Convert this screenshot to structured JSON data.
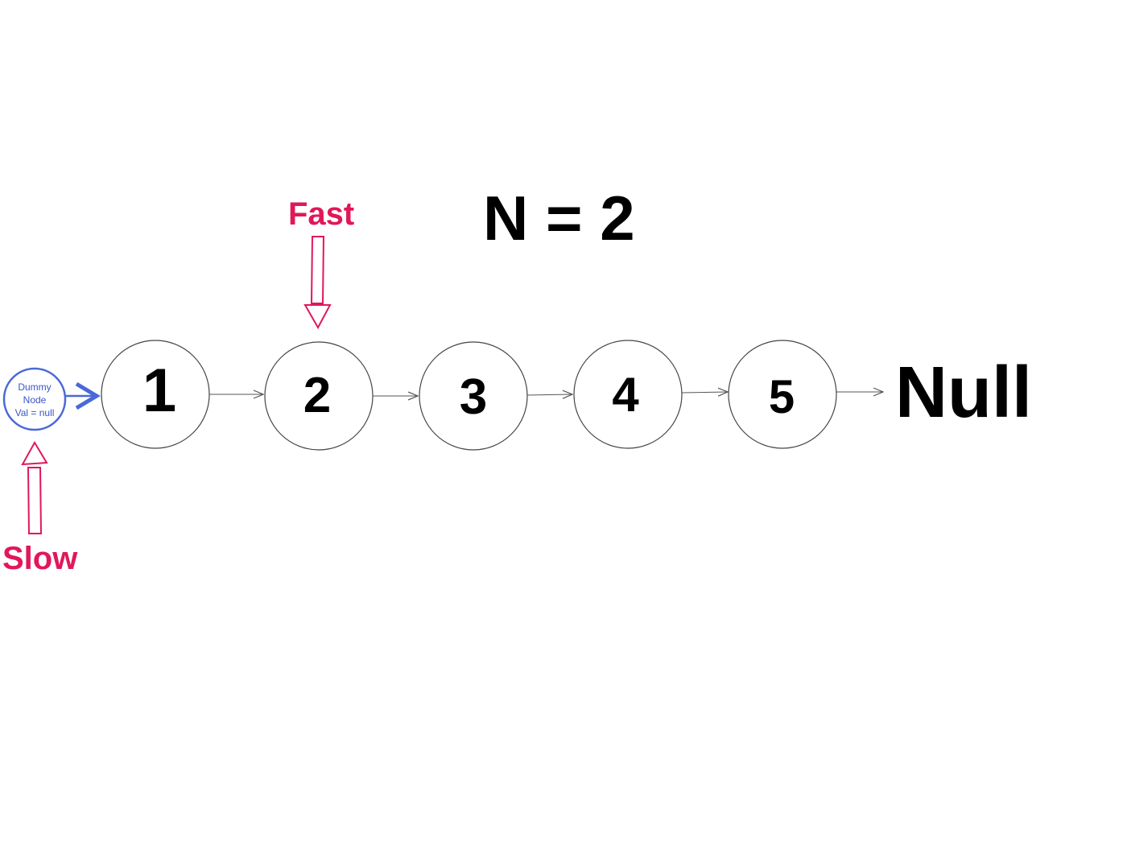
{
  "title": "N = 2",
  "colors": {
    "pointer": "#e0185a",
    "dummy": "#4a68d8",
    "node_stroke": "#444444",
    "text": "#000000"
  },
  "dummy_node": {
    "line1": "Dummy",
    "line2": "Node",
    "line3": "Val = null"
  },
  "nodes": [
    {
      "value": "1"
    },
    {
      "value": "2"
    },
    {
      "value": "3"
    },
    {
      "value": "4"
    },
    {
      "value": "5"
    }
  ],
  "terminal": "Null",
  "pointers": {
    "fast": {
      "label": "Fast",
      "points_to": "2"
    },
    "slow": {
      "label": "Slow",
      "points_to": "Dummy Node"
    }
  }
}
